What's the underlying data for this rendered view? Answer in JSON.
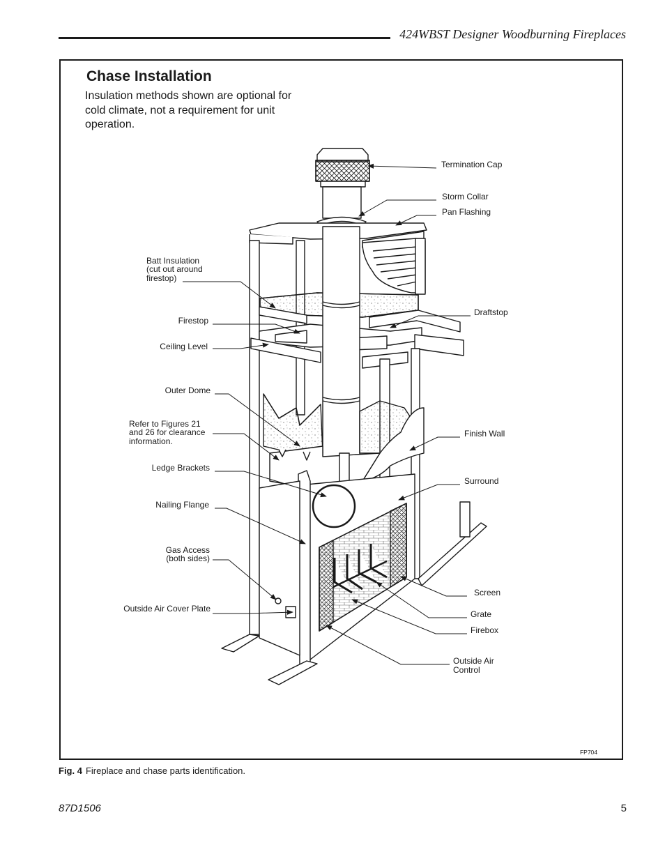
{
  "header": {
    "title": "424WBST Designer Woodburning Fireplaces"
  },
  "section": {
    "title": "Chase Installation",
    "intro": "Insulation methods shown are optional for cold climate, not a requirement for unit operation."
  },
  "figure": {
    "code": "FP704",
    "labels": {
      "termination_cap": "Termination Cap",
      "storm_collar": "Storm Collar",
      "pan_flashing": "Pan Flashing",
      "batt_insulation": [
        "Batt Insulation",
        "(cut out around",
        "firestop)"
      ],
      "draftstop": "Draftstop",
      "firestop": "Firestop",
      "ceiling_level": "Ceiling Level",
      "outer_dome": "Outer Dome",
      "refer_to_figures": [
        "Refer to Figures 21",
        "and 26 for clearance",
        "information."
      ],
      "finish_wall": "Finish Wall",
      "ledge_brackets": "Ledge Brackets",
      "surround": "Surround",
      "nailing_flange": "Nailing Flange",
      "gas_access": [
        "Gas Access",
        "(both sides)"
      ],
      "screen": "Screen",
      "outside_air_cover_plate": "Outside Air Cover Plate",
      "grate": "Grate",
      "firebox": "Firebox",
      "outside_air_control": [
        "Outside Air",
        "Control"
      ]
    }
  },
  "caption": {
    "number": "Fig. 4",
    "text": "Fireplace and chase parts identification."
  },
  "footer": {
    "doc_number": "87D1506",
    "page_number": "5"
  }
}
